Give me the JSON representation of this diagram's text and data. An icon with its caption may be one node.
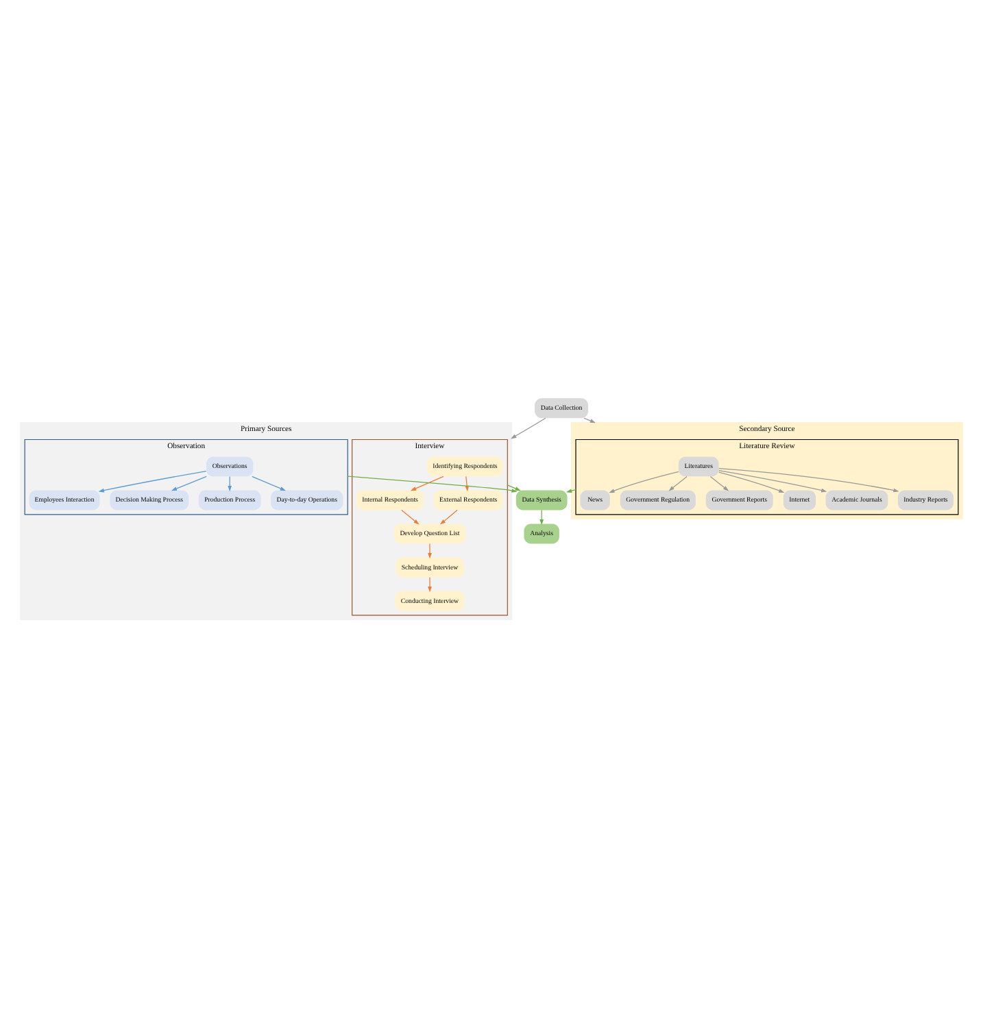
{
  "diagram": {
    "nodes": [
      {
        "text": [
          "Data Collection"
        ]
      },
      {
        "text": [
          "Primary Sources"
        ]
      },
      {
        "text": [
          "Interview"
        ],
        "in": 1
      },
      {
        "text": [
          "Identifying Respondents"
        ],
        "in": 2
      },
      {
        "text": [
          "Internal Respondents"
        ],
        "in": 2
      },
      {
        "text": [
          "External Respondents"
        ],
        "in": 2
      },
      {
        "text": [
          "Develop Question List"
        ],
        "in": 2
      },
      {
        "text": [
          "Scheduling Interview"
        ],
        "in": 2
      },
      {
        "text": [
          "Conducting Interview"
        ],
        "in": 2
      },
      {
        "text": [
          "Observation"
        ],
        "in": 1
      },
      {
        "text": [
          "Observations"
        ],
        "in": 9
      },
      {
        "text": [
          "Production Process"
        ],
        "in": 9
      },
      {
        "text": [
          "Day-to-day Operations"
        ],
        "in": 9
      },
      {
        "text": [
          "Employees Interaction"
        ],
        "in": 9
      },
      {
        "text": [
          "Decision Making Process"
        ],
        "in": 9
      },
      {
        "text": [
          "Secondary Source"
        ]
      },
      {
        "text": [
          "Literature Review"
        ],
        "in": 15
      },
      {
        "text": [
          "Literatures"
        ],
        "in": 16
      },
      {
        "text": [
          "Academic Journals"
        ],
        "in": 16
      },
      {
        "text": [
          "Industry Reports"
        ],
        "in": 16
      },
      {
        "text": [
          "News"
        ],
        "in": 16
      },
      {
        "text": [
          "Government Regulation"
        ],
        "in": 16
      },
      {
        "text": [
          "Government Reports"
        ],
        "in": 16
      },
      {
        "text": [
          "Internet"
        ],
        "in": 16
      },
      {
        "text": [
          "Data Synthesis"
        ]
      },
      {
        "text": [
          "Analysis"
        ]
      }
    ],
    "edges": [
      {
        "from": 0,
        "to": 1,
        "arrow": "to"
      },
      {
        "from": 0,
        "to": 15,
        "arrow": "to"
      },
      {
        "from": 3,
        "to": 4,
        "arrow": "to",
        "color": "#ed7d31"
      },
      {
        "from": 3,
        "to": 5,
        "arrow": "to",
        "color": "#ed7d31"
      },
      {
        "from": 4,
        "to": 6,
        "arrow": "to",
        "color": "#ed7d31"
      },
      {
        "from": 5,
        "to": 6,
        "arrow": "to",
        "color": "#ed7d31"
      },
      {
        "from": 6,
        "to": 7,
        "arrow": "to",
        "color": "#ed7d31"
      },
      {
        "from": 7,
        "to": 8,
        "arrow": "to",
        "color": "#ed7d31"
      },
      {
        "from": 10,
        "to": 11,
        "arrow": "to",
        "color": "#5b9bd5"
      },
      {
        "from": 10,
        "to": 12,
        "arrow": "to",
        "color": "#5b9bd5"
      },
      {
        "from": 10,
        "to": 13,
        "arrow": "to",
        "color": "#5b9bd5"
      },
      {
        "from": 10,
        "to": 14,
        "arrow": "to",
        "color": "#5b9bd5"
      },
      {
        "from": 17,
        "to": 18,
        "arrow": "to"
      },
      {
        "from": 17,
        "to": 19,
        "arrow": "to"
      },
      {
        "from": 17,
        "to": 20,
        "arrow": "to"
      },
      {
        "from": 17,
        "to": 21,
        "arrow": "to"
      },
      {
        "from": 17,
        "to": 22,
        "arrow": "to"
      },
      {
        "from": 17,
        "to": 23,
        "arrow": "to"
      },
      {
        "from": 2,
        "to": 24,
        "arrow": "to",
        "color": "#70ad47"
      },
      {
        "from": 9,
        "to": 24,
        "arrow": "to",
        "color": "#70ad47"
      },
      {
        "from": 16,
        "to": 24,
        "arrow": "to",
        "color": "#70ad47"
      },
      {
        "from": 24,
        "to": 25,
        "arrow": "to",
        "color": "#70ad47"
      }
    ]
  }
}
